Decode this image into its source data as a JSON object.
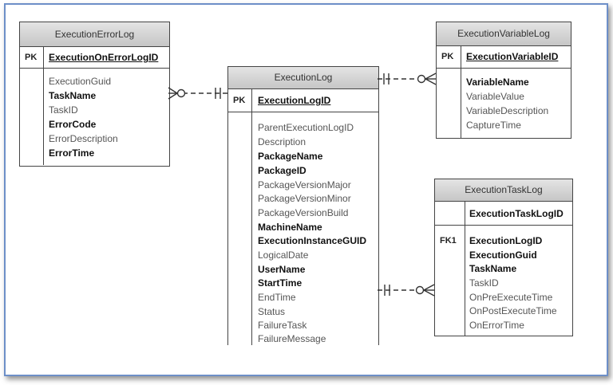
{
  "entities": {
    "error_log": {
      "title": "ExecutionErrorLog",
      "pk_label": "PK",
      "pk_field": "ExecutionOnErrorLogID",
      "attrs": [
        {
          "name": "ExecutionGuid",
          "bold": false
        },
        {
          "name": "TaskName",
          "bold": true
        },
        {
          "name": "TaskID",
          "bold": false
        },
        {
          "name": "ErrorCode",
          "bold": true
        },
        {
          "name": "ErrorDescription",
          "bold": false
        },
        {
          "name": "ErrorTime",
          "bold": true
        }
      ]
    },
    "execution_log": {
      "title": "ExecutionLog",
      "pk_label": "PK",
      "pk_field": "ExecutionLogID",
      "attrs": [
        {
          "name": "ParentExecutionLogID",
          "bold": false
        },
        {
          "name": "Description",
          "bold": false
        },
        {
          "name": "PackageName",
          "bold": true
        },
        {
          "name": "PackageID",
          "bold": true
        },
        {
          "name": "PackageVersionMajor",
          "bold": false
        },
        {
          "name": "PackageVersionMinor",
          "bold": false
        },
        {
          "name": "PackageVersionBuild",
          "bold": false
        },
        {
          "name": "MachineName",
          "bold": true
        },
        {
          "name": "ExecutionInstanceGUID",
          "bold": true
        },
        {
          "name": "LogicalDate",
          "bold": false
        },
        {
          "name": "UserName",
          "bold": true
        },
        {
          "name": "StartTime",
          "bold": true
        },
        {
          "name": "EndTime",
          "bold": false
        },
        {
          "name": "Status",
          "bold": false
        },
        {
          "name": "FailureTask",
          "bold": false
        },
        {
          "name": "FailureMessage",
          "bold": false
        }
      ]
    },
    "variable_log": {
      "title": "ExecutionVariableLog",
      "pk_label": "PK",
      "pk_field": "ExecutionVariableID",
      "attrs": [
        {
          "name": "VariableName",
          "bold": true
        },
        {
          "name": "VariableValue",
          "bold": false
        },
        {
          "name": "VariableDescription",
          "bold": false
        },
        {
          "name": "CaptureTime",
          "bold": false
        }
      ]
    },
    "task_log": {
      "title": "ExecutionTaskLog",
      "pk_field": "ExecutionTaskLogID",
      "fk_label": "FK1",
      "attrs": [
        {
          "name": "ExecutionLogID",
          "bold": true
        },
        {
          "name": "ExecutionGuid",
          "bold": true
        },
        {
          "name": "TaskName",
          "bold": true
        },
        {
          "name": "TaskID",
          "bold": false
        },
        {
          "name": "OnPreExecuteTime",
          "bold": false
        },
        {
          "name": "OnPostExecuteTime",
          "bold": false
        },
        {
          "name": "OnErrorTime",
          "bold": false
        }
      ]
    }
  },
  "relationships": [
    {
      "from": "execution_log",
      "to": "error_log",
      "from_end": "one-and-only-one",
      "to_end": "zero-or-many"
    },
    {
      "from": "execution_log",
      "to": "variable_log",
      "from_end": "one-and-only-one",
      "to_end": "zero-or-many"
    },
    {
      "from": "execution_log",
      "to": "task_log",
      "from_end": "one-and-only-one",
      "to_end": "zero-or-many"
    }
  ],
  "colors": {
    "frame_border": "#6d8fc8",
    "header_fill": "#d0d0d0",
    "line": "#444444"
  }
}
